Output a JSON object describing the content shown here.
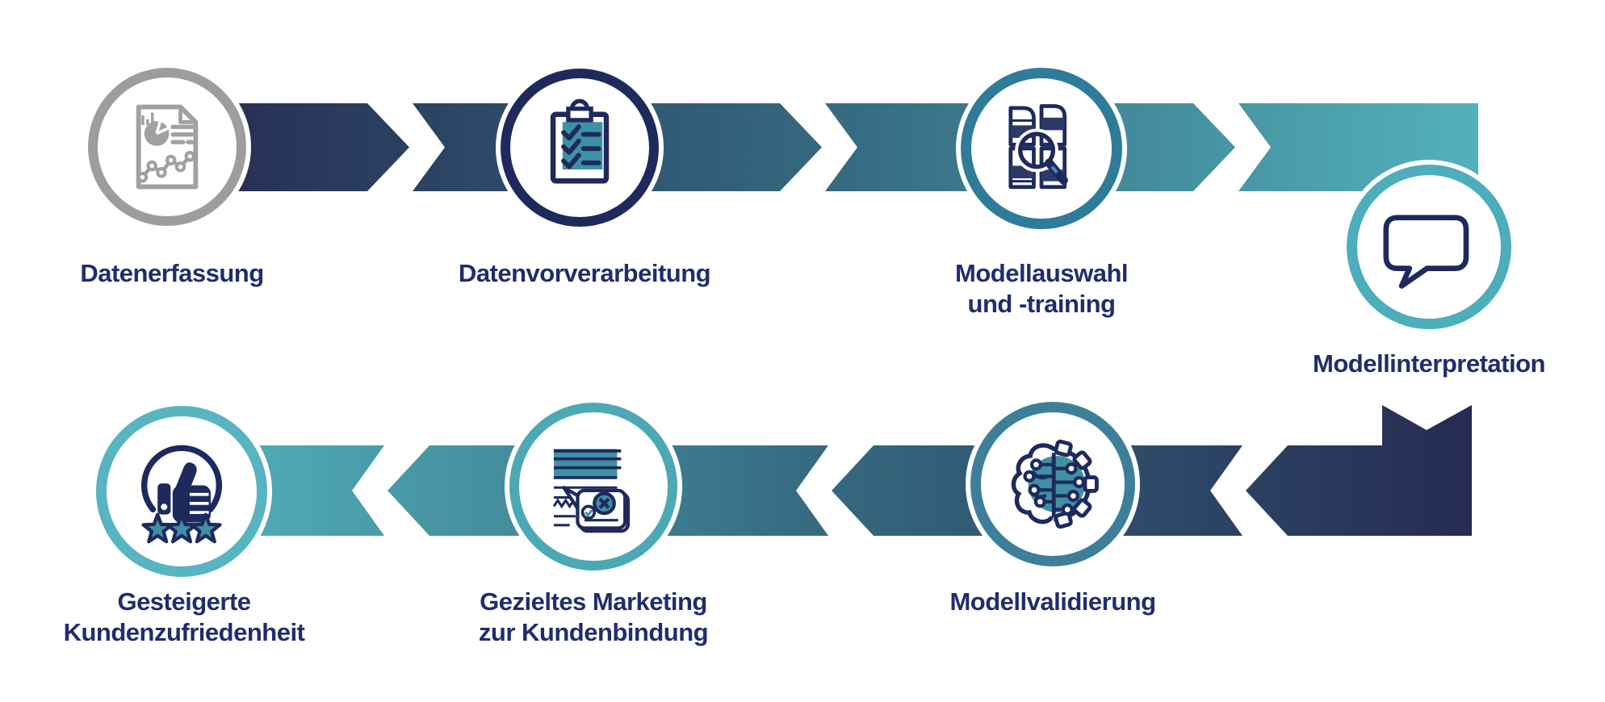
{
  "diagram": {
    "type": "process-flow",
    "language": "de",
    "flow": "top row left-to-right, wraps down on right, bottom row right-to-left",
    "colors": {
      "band_navy": "#272c52",
      "band_steel": "#35697f",
      "band_teal": "#52b0ba",
      "label_text": "#1f2d6e",
      "icon_navy": "#1e2a5e",
      "icon_teal": "#4090a4",
      "icon_band_fill": "#2c3a68",
      "ring_gray": "#9d9d9d",
      "ring_navy": "#1e2a5e",
      "ring_steel_teal": "#2e7c99",
      "ring_teal_medium": "#3d7f99",
      "ring_teal": "#4da8b5",
      "ring_teal_light": "#57b5c1",
      "ring_teal_bright": "#4cadbb",
      "background": "#ffffff"
    },
    "steps": [
      {
        "id": "datenerfassung",
        "icon": "report-document-icon",
        "ring_color": "#9d9d9d",
        "label_lines": [
          "Datenerfassung"
        ]
      },
      {
        "id": "datenvorverarbeitung",
        "icon": "checklist-clipboard-icon",
        "ring_color": "#1e2a5e",
        "label_lines": [
          "Datenvorverarbeitung"
        ]
      },
      {
        "id": "modellauswahl-training",
        "icon": "books-magnifier-icon",
        "ring_color": "#2e7c99",
        "label_lines": [
          "Modellauswahl",
          "und -training"
        ]
      },
      {
        "id": "modellinterpretation",
        "icon": "speech-bubble-icon",
        "ring_color": "#4cadbb",
        "label_lines": [
          "Modellinterpretation"
        ]
      },
      {
        "id": "modellvalidierung",
        "icon": "brain-gear-icon",
        "ring_color": "#3d7f99",
        "label_lines": [
          "Modellvalidierung"
        ]
      },
      {
        "id": "gezieltes-marketing",
        "icon": "marketing-ad-icon",
        "ring_color": "#4da8b5",
        "label_lines": [
          "Gezieltes Marketing",
          "zur Kundenbindung"
        ]
      },
      {
        "id": "kundenzufriedenheit",
        "icon": "thumbs-up-rating-icon",
        "ring_color": "#57b5c1",
        "label_lines": [
          "Gesteigerte",
          "Kundenzufriedenheit"
        ]
      }
    ]
  }
}
